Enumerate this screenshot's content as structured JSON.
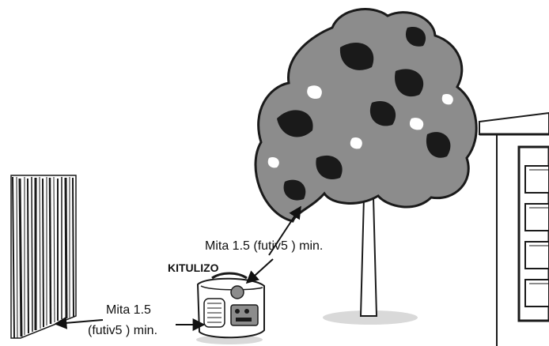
{
  "labels": {
    "tree_clearance": "Mita 1.5 (futiv5 ) min.",
    "generator": "KITULIZO",
    "fence_clearance_line1": "Mita 1.5",
    "fence_clearance_line2": "(futiv5 ) min."
  },
  "colors": {
    "ink": "#1a1a1a",
    "foliage_gray": "#8c8c8c",
    "background": "#ffffff"
  },
  "icons": [
    "fence-icon",
    "tree-icon",
    "generator-icon",
    "building-icon",
    "arrow-icon"
  ]
}
